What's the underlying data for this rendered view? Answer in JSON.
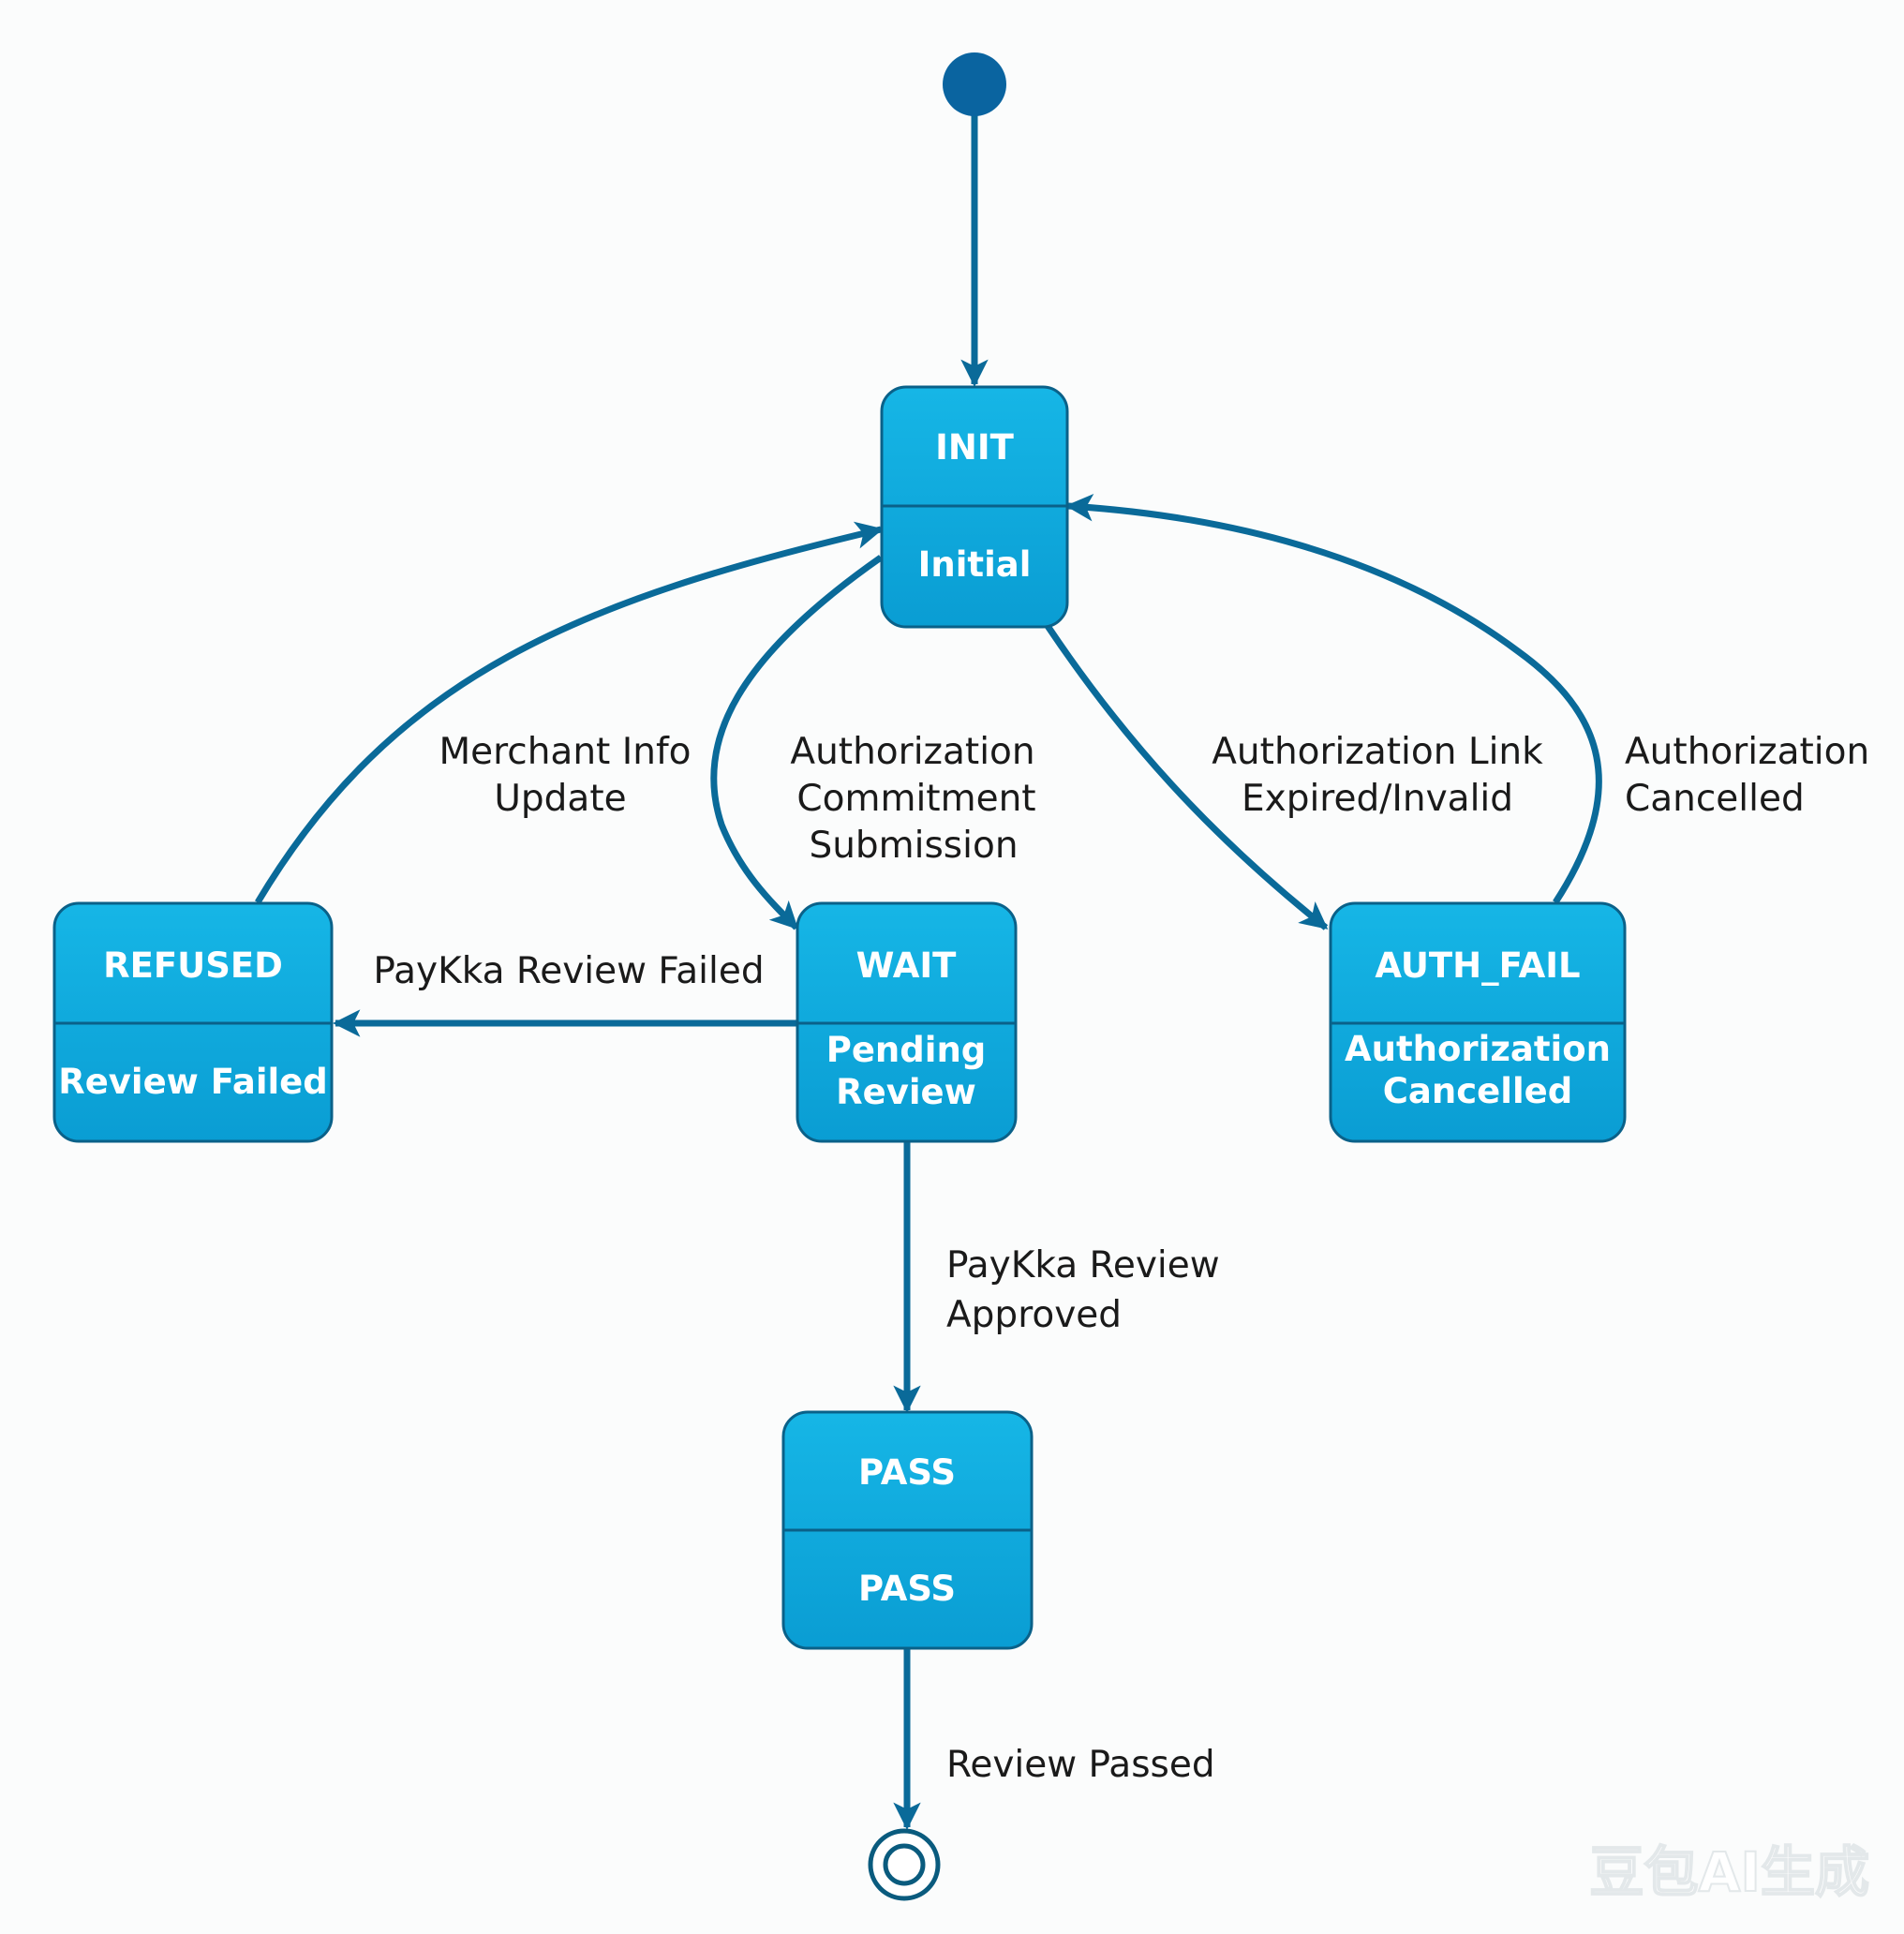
{
  "colors": {
    "state_fill_top": "#16b6e6",
    "state_fill_bottom": "#0a9dd3",
    "state_border": "#0a6189",
    "edge": "#0a6a99",
    "initial_node": "#0a64a0",
    "label_text": "#1a1a1a",
    "background": "#fbfcfc"
  },
  "states": {
    "init": {
      "name": "INIT",
      "desc": [
        "Initial"
      ]
    },
    "refused": {
      "name": "REFUSED",
      "desc": [
        "Review Failed"
      ]
    },
    "wait": {
      "name": "WAIT",
      "desc": [
        "Pending",
        "Review"
      ]
    },
    "auth_fail": {
      "name": "AUTH_FAIL",
      "desc": [
        "Authorization",
        "Cancelled"
      ]
    },
    "pass": {
      "name": "PASS",
      "desc": [
        "PASS"
      ]
    }
  },
  "transitions": {
    "start_to_init": {
      "from": "start",
      "to": "INIT",
      "label": []
    },
    "refused_to_init": {
      "from": "REFUSED",
      "to": "INIT",
      "label": [
        "Merchant Info",
        "Update"
      ]
    },
    "init_to_wait": {
      "from": "INIT",
      "to": "WAIT",
      "label": [
        "Authorization",
        "Commitment",
        "Submission"
      ]
    },
    "init_to_auth_fail": {
      "from": "INIT",
      "to": "AUTH_FAIL",
      "label": [
        "Authorization Link",
        "Expired/Invalid"
      ]
    },
    "auth_fail_to_init": {
      "from": "AUTH_FAIL",
      "to": "INIT",
      "label": [
        "Authorization",
        "Cancelled"
      ]
    },
    "wait_to_refused": {
      "from": "WAIT",
      "to": "REFUSED",
      "label": [
        "PayKka Review Failed"
      ]
    },
    "wait_to_pass": {
      "from": "WAIT",
      "to": "PASS",
      "label": [
        "PayKka Review",
        "Approved"
      ]
    },
    "pass_to_end": {
      "from": "PASS",
      "to": "end",
      "label": [
        "Review Passed"
      ]
    }
  },
  "watermark": "豆包AI生成"
}
